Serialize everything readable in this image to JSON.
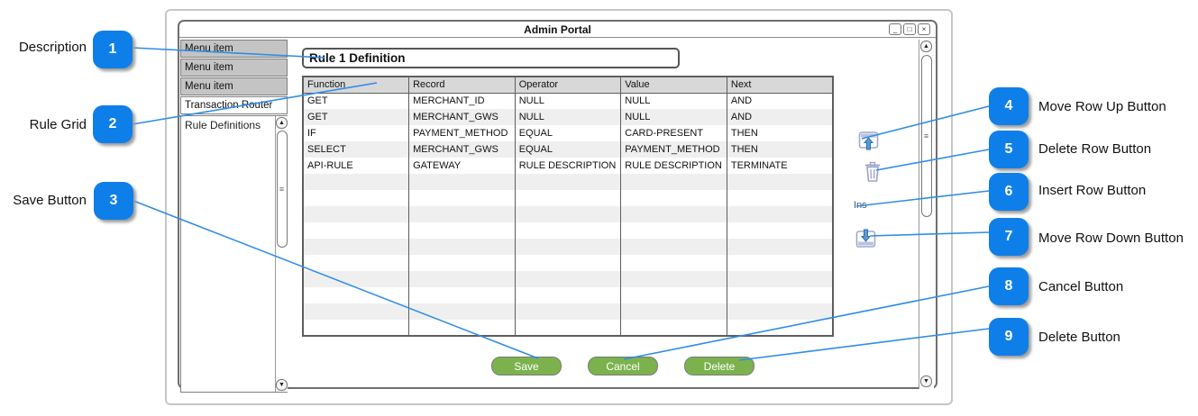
{
  "window": {
    "title": "Admin Portal",
    "controls": {
      "minimize": "_",
      "maximize": "□",
      "close": "×"
    }
  },
  "sidebar": {
    "menu_items": [
      "Menu item",
      "Menu item",
      "Menu item"
    ],
    "selected_item": "Transaction Router",
    "submenu_item": "Rule Definitions"
  },
  "description_field": {
    "value": "Rule 1 Definition"
  },
  "rule_grid": {
    "columns": [
      "Function",
      "Record",
      "Operator",
      "Value",
      "Next"
    ],
    "rows": [
      [
        "GET",
        "MERCHANT_ID",
        "NULL",
        "NULL",
        "AND"
      ],
      [
        "GET",
        "MERCHANT_GWS",
        "NULL",
        "NULL",
        "AND"
      ],
      [
        "IF",
        "PAYMENT_METHOD",
        "EQUAL",
        "CARD-PRESENT",
        "THEN"
      ],
      [
        "SELECT",
        "MERCHANT_GWS",
        "EQUAL",
        "PAYMENT_METHOD",
        "THEN"
      ],
      [
        "API-RULE",
        "GATEWAY",
        "RULE DESCRIPTION",
        "RULE DESCRIPTION",
        "TERMINATE"
      ]
    ],
    "empty_row_count": 10
  },
  "row_actions": {
    "move_up_icon": "move-row-up",
    "delete_icon": "delete-row",
    "insert_label": "Ins",
    "move_down_icon": "move-row-down"
  },
  "buttons": {
    "save": "Save",
    "cancel": "Cancel",
    "delete": "Delete"
  },
  "scrollbar": {
    "up_arrow": "▲",
    "down_arrow": "▼",
    "grip": "≡"
  },
  "callouts": {
    "left": [
      {
        "number": "1",
        "label": "Description"
      },
      {
        "number": "2",
        "label": "Rule Grid"
      },
      {
        "number": "3",
        "label": "Save Button"
      }
    ],
    "right": [
      {
        "number": "4",
        "label": "Move Row Up Button"
      },
      {
        "number": "5",
        "label": "Delete Row Button"
      },
      {
        "number": "6",
        "label": "Insert Row Button"
      },
      {
        "number": "7",
        "label": "Move Row Down Button"
      },
      {
        "number": "8",
        "label": "Cancel Button"
      },
      {
        "number": "9",
        "label": "Delete Button"
      }
    ]
  },
  "colors": {
    "callout_blue": "#0e7fe9",
    "line_blue": "#2f8ce8",
    "button_green": "#7cb24e",
    "menu_gray": "#c4c4c4",
    "header_gray": "#d8d8d8",
    "alt_row": "#efefef",
    "border_dark": "#6a6a6a"
  }
}
